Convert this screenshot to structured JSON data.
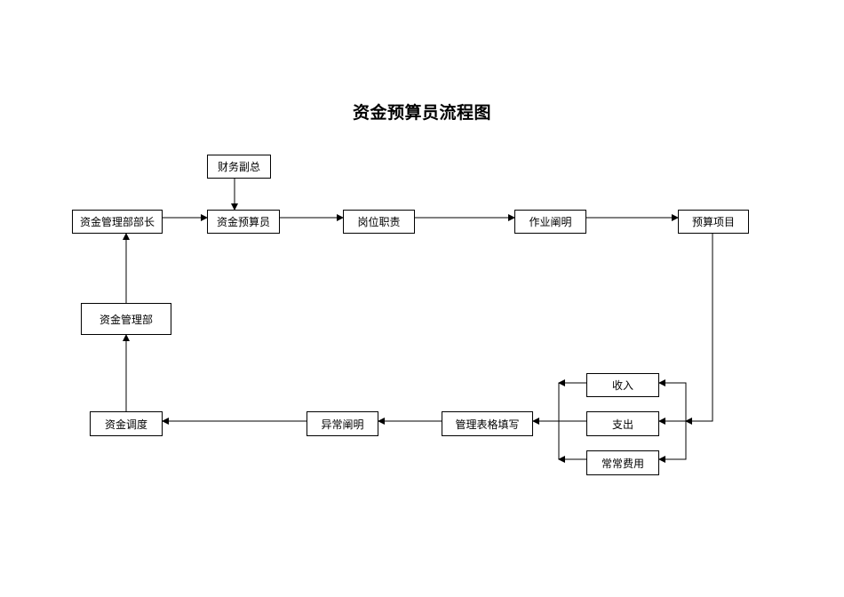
{
  "title": "资金预算员流程图",
  "nodes": {
    "vp_finance": "财务副总",
    "head_funds_dept": "资金管理部部长",
    "budget_officer": "资金预算员",
    "job_duties": "岗位职责",
    "work_description": "作业阐明",
    "budget_items": "预算项目",
    "income": "收入",
    "expenditure": "支出",
    "regular_expenses": "常常费用",
    "form_filling": "管理表格填写",
    "exception_description": "异常阐明",
    "fund_dispatch": "资金调度",
    "funds_dept": "资金管理部"
  }
}
